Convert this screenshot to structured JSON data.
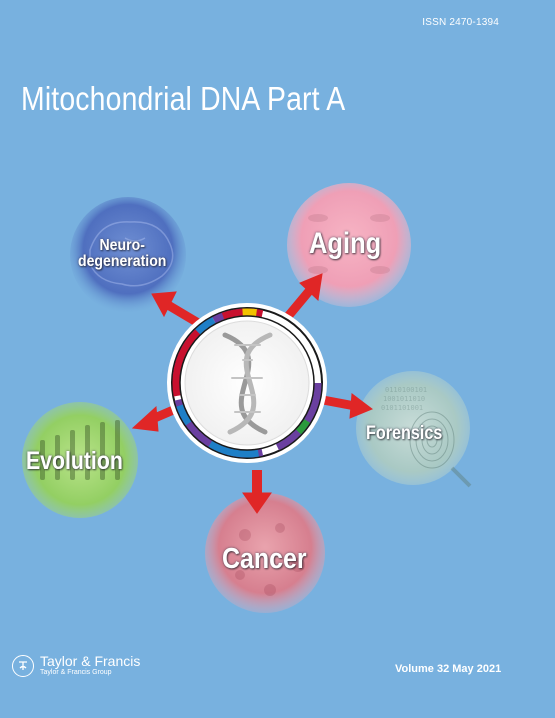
{
  "header": {
    "issn": "ISSN 2470-1394"
  },
  "journal": {
    "title": "Mitochondrial DNA Part A"
  },
  "topics": {
    "neuro_line1": "Neuro-",
    "neuro_line2": "degeneration",
    "aging": "Aging",
    "forensics": "Forensics",
    "evolution": "Evolution",
    "cancer": "Cancer"
  },
  "colors": {
    "background": "#78b1df",
    "arrow": "#e02626",
    "text": "#ffffff"
  },
  "footer": {
    "publisher_name": "Taylor & Francis",
    "publisher_group": "Taylor & Francis Group",
    "volume": "Volume 32 May 2021"
  }
}
